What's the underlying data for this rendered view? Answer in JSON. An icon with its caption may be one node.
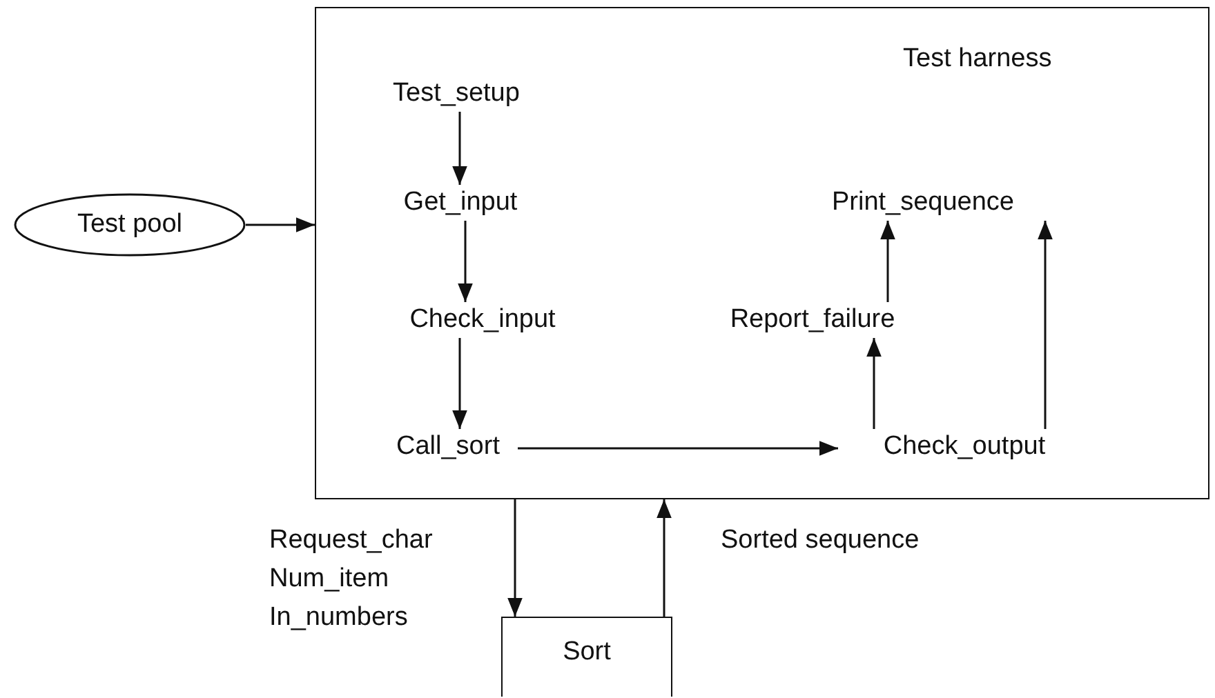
{
  "diagram": {
    "nodes": [
      {
        "text": [
          "Test harness"
        ]
      },
      {
        "text": [
          "Test pool"
        ]
      },
      {
        "text": [
          "Test_setup"
        ],
        "in": 0
      },
      {
        "text": [
          "Get_input"
        ],
        "in": 0
      },
      {
        "text": [
          "Check_input"
        ],
        "in": 0
      },
      {
        "text": [
          "Call_sort"
        ],
        "in": 0
      },
      {
        "text": [
          "Print_sequence"
        ],
        "in": 0
      },
      {
        "text": [
          "Report_failure"
        ],
        "in": 0
      },
      {
        "text": [
          "Check_output"
        ],
        "in": 0
      },
      {
        "text": [
          "Sort"
        ]
      }
    ],
    "edges": [
      {
        "from": 1,
        "to": 0,
        "arrow": "to"
      },
      {
        "from": 2,
        "to": 3,
        "arrow": "to"
      },
      {
        "from": 3,
        "to": 4,
        "arrow": "to"
      },
      {
        "from": 4,
        "to": 5,
        "arrow": "to"
      },
      {
        "from": 5,
        "to": 8,
        "arrow": "to"
      },
      {
        "from": 8,
        "to": 7,
        "arrow": "to"
      },
      {
        "from": 7,
        "to": 6,
        "arrow": "to"
      },
      {
        "from": 8,
        "to": 6,
        "arrow": "to"
      },
      {
        "from": 0,
        "to": 9,
        "arrow": "to",
        "label": "Request_char Num_item In_numbers"
      },
      {
        "from": 9,
        "to": 0,
        "arrow": "to",
        "label": "Sorted sequence"
      }
    ]
  }
}
